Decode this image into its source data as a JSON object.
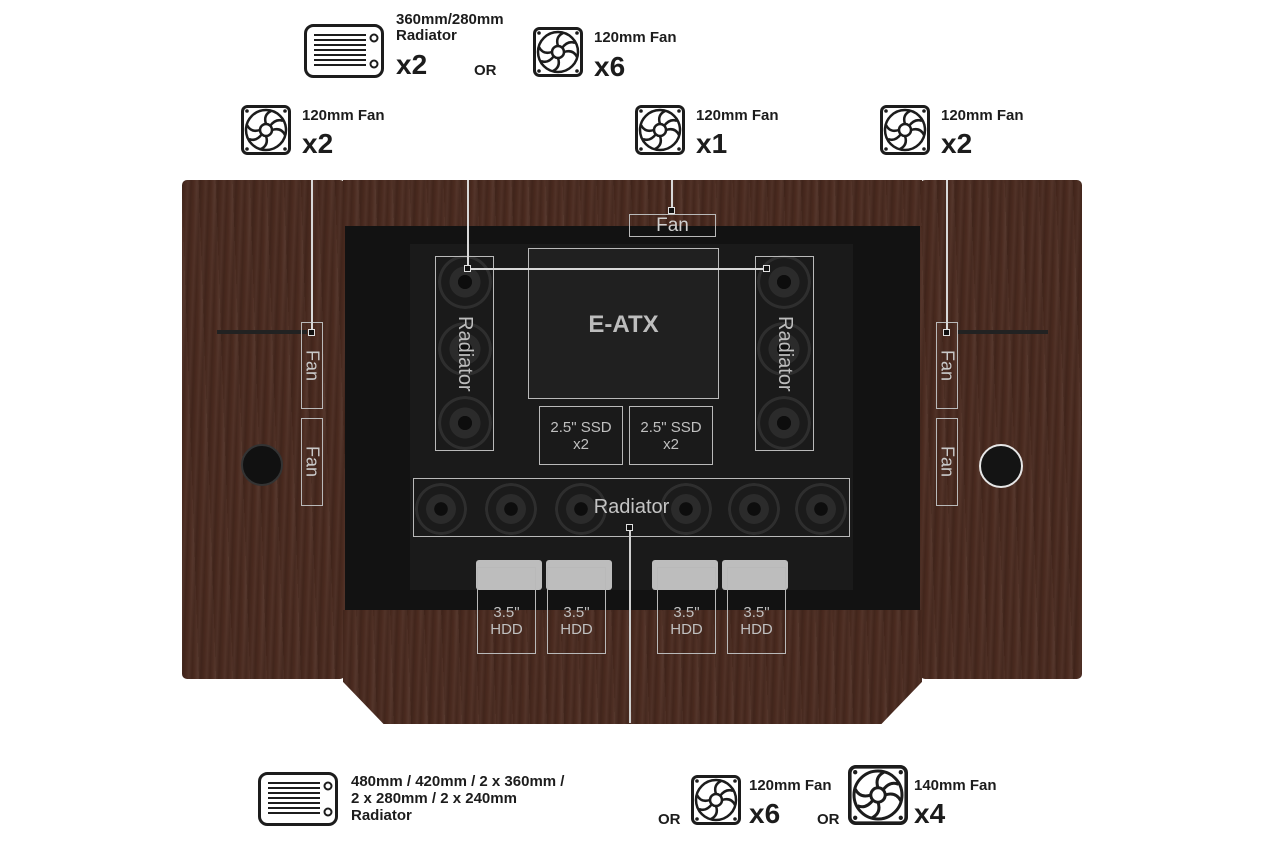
{
  "top": {
    "rad_line1": "360mm/280mm",
    "rad_line2": "Radiator",
    "rad_mult": "x2",
    "or": "OR",
    "fan_label": "120mm Fan",
    "fan_mult": "x6"
  },
  "left_fan": {
    "label": "120mm Fan",
    "mult": "x2"
  },
  "center_fan": {
    "label": "120mm Fan",
    "mult": "x1"
  },
  "right_fan": {
    "label": "120mm Fan",
    "mult": "x2"
  },
  "case_labels": {
    "top_fan": "Fan",
    "eatx": "E-ATX",
    "radiator_left": "Radiator",
    "radiator_right": "Radiator",
    "radiator_bottom": "Radiator",
    "ssd_left_1": "2.5\" SSD",
    "ssd_left_2": "x2",
    "ssd_right_1": "2.5\" SSD",
    "ssd_right_2": "x2",
    "hdd_line1": "3.5\"",
    "hdd_line2": "HDD",
    "left_fan_a": "Fan",
    "left_fan_b": "Fan",
    "right_fan_a": "Fan",
    "right_fan_b": "Fan"
  },
  "bottom": {
    "rad_line1": "480mm / 420mm / 2 x 360mm /",
    "rad_line2": "2 x 280mm / 2 x 240mm",
    "rad_line3": "Radiator",
    "or1": "OR",
    "fan120_label": "120mm Fan",
    "fan120_mult": "x6",
    "or2": "OR",
    "fan140_label": "140mm Fan",
    "fan140_mult": "x4"
  },
  "colors": {
    "wood": "#4a2a1f",
    "interior": "#121212",
    "label_line": "#b9b9b9",
    "text": "#1c1c1c"
  }
}
